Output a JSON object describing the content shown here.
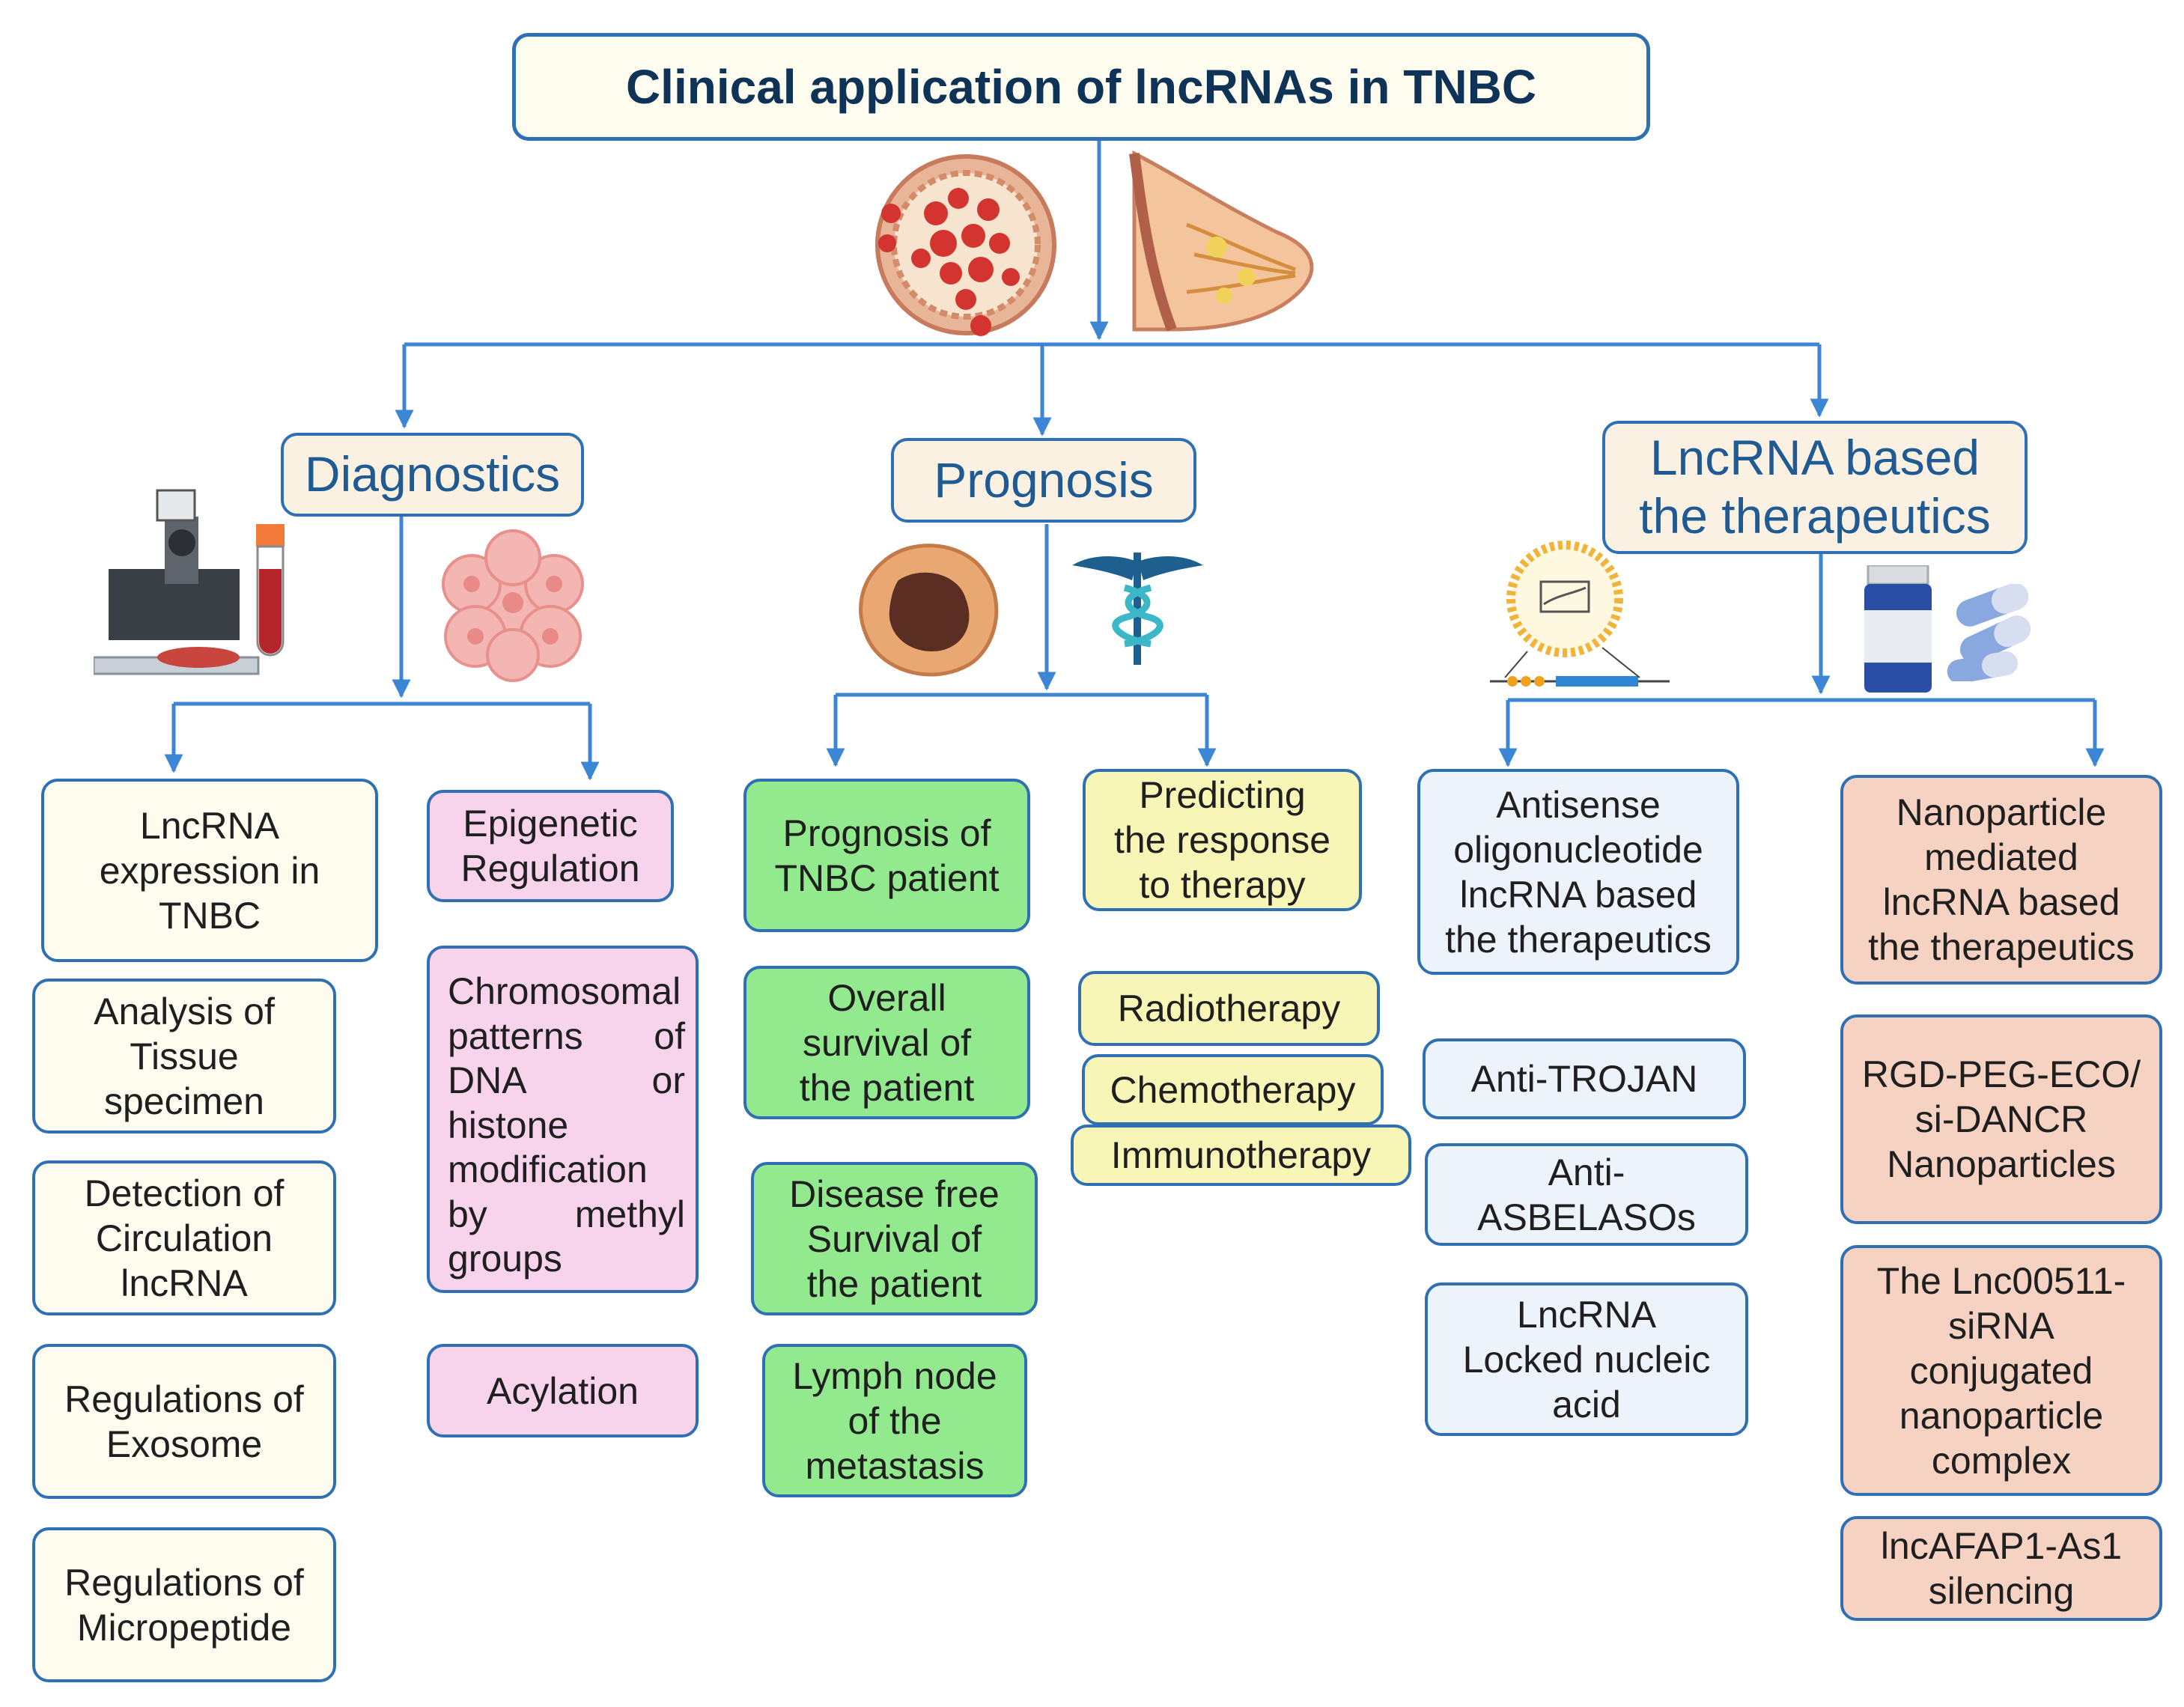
{
  "title": "Clinical application of lncRNAs in TNBC",
  "headers": {
    "diagnostics": "Diagnostics",
    "prognosis": "Prognosis",
    "therapeutics": "LncRNA based\nthe therapeutics"
  },
  "diagnostics": {
    "expression": "LncRNA\nexpression in\nTNBC",
    "epigenetic": "Epigenetic\nRegulation",
    "expression_items": [
      "Analysis of\nTissue\nspecimen",
      "Detection of\nCirculation\nlncRNA",
      "Regulations of\nExosome",
      "Regulations of\nMicropeptide"
    ],
    "epigenetic_items": [
      "Chromosomal patterns of DNA or histone modification by methyl groups",
      "Acylation"
    ]
  },
  "prognosis": {
    "patient": "Prognosis of\nTNBC patient",
    "response": "Predicting\nthe response\nto therapy",
    "patient_items": [
      "Overall\nsurvival of\nthe patient",
      "Disease free\nSurvival of\nthe patient",
      "Lymph node\nof the\nmetastasis"
    ],
    "response_items": [
      "Radiotherapy",
      "Chemotherapy",
      "Immunotherapy"
    ]
  },
  "therapeutics": {
    "antisense": "Antisense\noligonucleotide\nlncRNA based\nthe therapeutics",
    "nanoparticle": "Nanoparticle\nmediated\nlncRNA based\nthe therapeutics",
    "antisense_items": [
      "Anti-TROJAN",
      "Anti-\nASBELASOs",
      "LncRNA\nLocked nucleic\nacid"
    ],
    "nanoparticle_items": [
      "RGD-PEG-ECO/\nsi-DANCR\nNanoparticles",
      "The Lnc00511-\nsiRNA\nconjugated\nnanoparticle\ncomplex",
      "lncAFAP1-As1\nsilencing"
    ]
  },
  "colors": {
    "connector": "#3d86d6",
    "border": "#2f6fb3",
    "green": "#93ea8e",
    "pink": "#f8d3ec",
    "yellow": "#f8f6b6",
    "blue": "#edf3fb",
    "salmon": "#f6d2c3"
  }
}
